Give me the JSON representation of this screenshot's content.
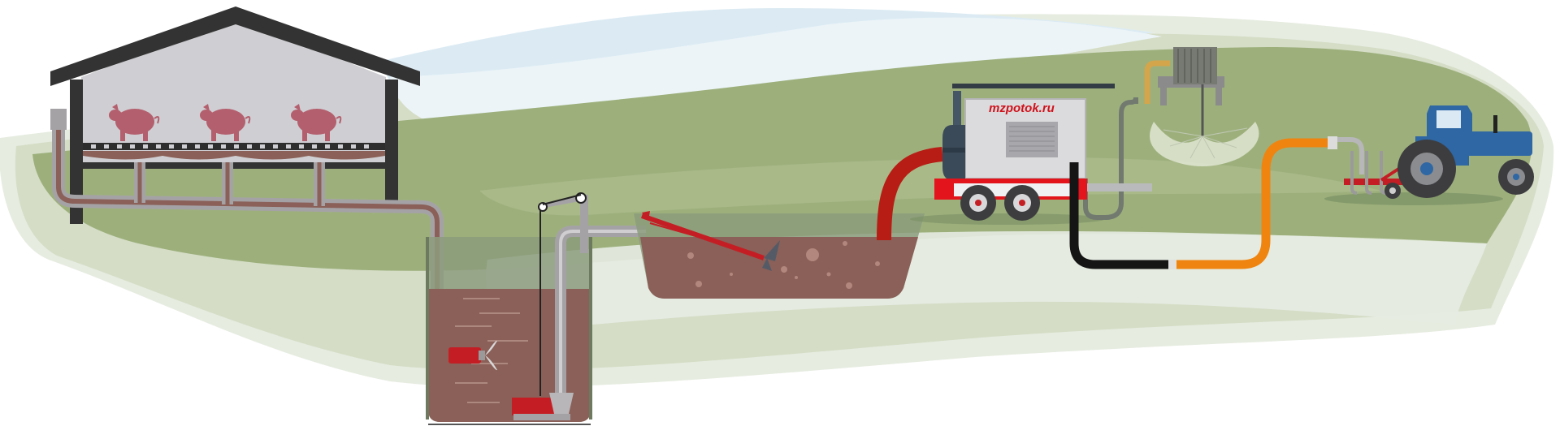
{
  "brand": {
    "text": "mzpotok.ru",
    "color": "#d0121b"
  },
  "colors": {
    "ground_green": "#9db07c",
    "ground_light": "#dfe6d5",
    "sky_blue": "#dcebf3",
    "barn_roof": "#333333",
    "barn_interior": "#cfcfd3",
    "manure": "#8a6058",
    "pipe_grey": "#a5a2a6",
    "pig_pink": "#b45f6e",
    "pump_red": "#c41e24",
    "hose_black": "#151515",
    "hose_orange": "#ef8410",
    "tractor_blue": "#2e67a4"
  },
  "icons": {
    "barn": "pig-barn-icon",
    "pit": "underground-collection-pit",
    "mixer": "submersible-mixer-icon",
    "lagoon": "open-lagoon",
    "pump_unit": "mobile-pump-trailer",
    "reel": "hose-reel-irrigator",
    "tractor": "tractor-icon"
  }
}
